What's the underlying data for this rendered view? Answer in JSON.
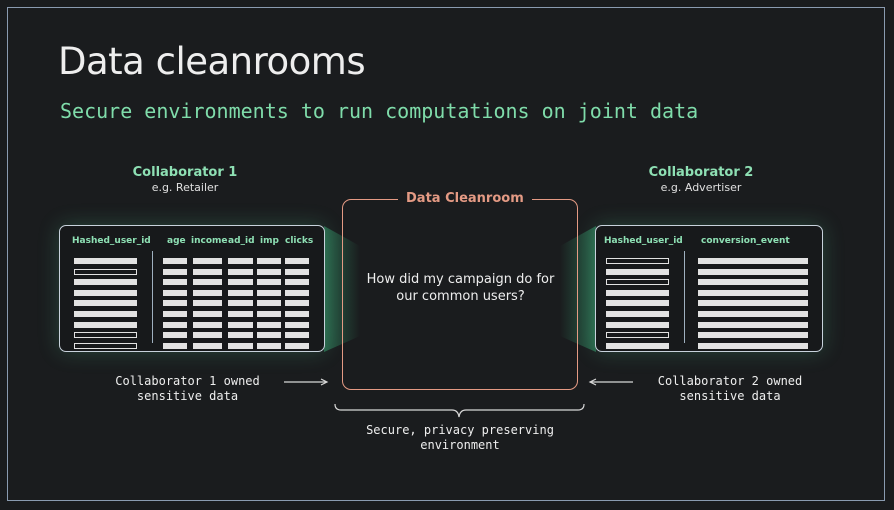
{
  "title": "Data cleanrooms",
  "subtitle": "Secure environments to run computations on joint data",
  "collaborator1": {
    "name": "Collaborator 1",
    "example": "e.g. Retailer",
    "columns": [
      "Hashed_user_id",
      "age",
      "income",
      "ad_id",
      "imp",
      "clicks"
    ],
    "caption_line1": "Collaborator 1 owned",
    "caption_line2": "sensitive data"
  },
  "collaborator2": {
    "name": "Collaborator 2",
    "example": "e.g. Advertiser",
    "columns": [
      "Hashed_user_id",
      "conversion_event"
    ],
    "caption_line1": "Collaborator 2 owned",
    "caption_line2": "sensitive data"
  },
  "cleanroom": {
    "label": "Data Cleanroom",
    "question_line1": "How did my campaign do for",
    "question_line2": "our common users?"
  },
  "environment": {
    "line1": "Secure, privacy preserving",
    "line2": "environment"
  },
  "colors": {
    "accent_green": "#7fdcaa",
    "cleanroom_orange": "#e49a84",
    "background": "#1a1c1e"
  }
}
